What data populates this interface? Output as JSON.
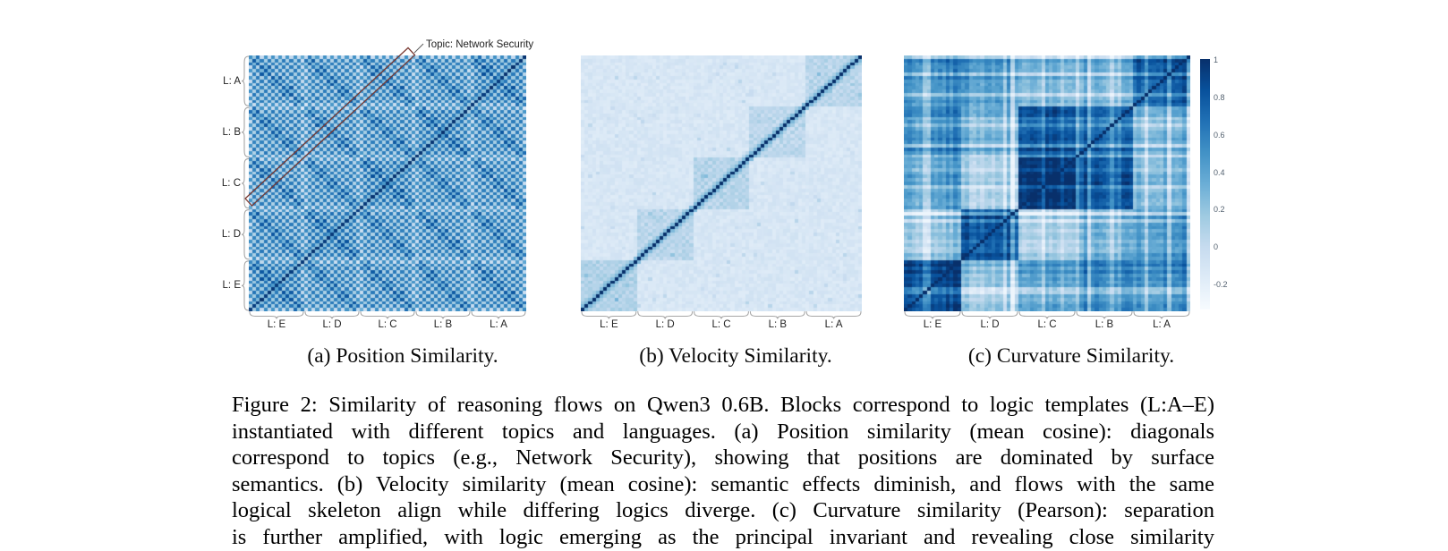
{
  "figure": {
    "panels": [
      {
        "key": "a",
        "subcaption": "(a) Position Similarity.",
        "annotation": "Topic: Network Security",
        "y_block_labels": [
          "L: A",
          "L: B",
          "L: C",
          "L: D",
          "L: E"
        ],
        "x_block_labels": [
          "L: E",
          "L: D",
          "L: C",
          "L: B",
          "L: A"
        ]
      },
      {
        "key": "b",
        "subcaption": "(b) Velocity Similarity.",
        "x_block_labels": [
          "L: E",
          "L: D",
          "L: C",
          "L: B",
          "L: A"
        ]
      },
      {
        "key": "c",
        "subcaption": "(c) Curvature Similarity.",
        "x_block_labels": [
          "L: E",
          "L: D",
          "L: C",
          "L: B",
          "L: A"
        ]
      }
    ],
    "colorbar": {
      "tick_labels": [
        "1",
        "0.8",
        "0.6",
        "0.4",
        "0.2",
        "0",
        "-0.2"
      ]
    },
    "caption_lines": [
      "Figure 2: Similarity of reasoning flows on Qwen3 0.6B. Blocks correspond to logic templates (L:A–E)",
      "instantiated with different topics and languages. (a) Position similarity (mean cosine): diagonals",
      "correspond to topics (e.g., Network Security), showing that positions are dominated by surface",
      "semantics. (b) Velocity similarity (mean cosine): semantic effects diminish, and flows with the same",
      "logical skeleton align while differing logics diverge. (c) Curvature similarity (Pearson): separation",
      "is further amplified, with logic emerging as the principal invariant and revealing close similarity"
    ]
  },
  "chart_data": [
    {
      "type": "heatmap",
      "panel": "(a) Position Similarity.",
      "metric": "mean cosine similarity of positions",
      "colormap": "Blues",
      "matrix_size": 75,
      "cells_per_block": 15,
      "row_blocks": [
        "L: A",
        "L: B",
        "L: C",
        "L: D",
        "L: E"
      ],
      "col_blocks": [
        "L: E",
        "L: D",
        "L: C",
        "L: B",
        "L: A"
      ],
      "annotation": "Topic: Network Security",
      "visual_pattern": "uniform mid-blue checkerboard; dark diagonal stripes inside every block mark shared topics; lighter bands at block boundaries; one topic diagonal (Network Security) outlined with a rotated dark-red rectangle"
    },
    {
      "type": "heatmap",
      "panel": "(b) Velocity Similarity.",
      "metric": "mean cosine similarity of velocities",
      "colormap": "Blues",
      "matrix_size": 75,
      "cells_per_block": 15,
      "col_blocks": [
        "L: E",
        "L: D",
        "L: C",
        "L: B",
        "L: A"
      ],
      "visual_pattern": "pale blue off-diagonal; same-logic diagonal blocks slightly darker with faint checker texture; strong dark identity diagonal running from bottom-left to top-right"
    },
    {
      "type": "heatmap",
      "panel": "(c) Curvature Similarity.",
      "metric": "Pearson correlation of curvatures",
      "colormap": "Blues",
      "matrix_size": 75,
      "cells_per_block": 15,
      "col_blocks": [
        "L: E",
        "L: D",
        "L: C",
        "L: B",
        "L: A"
      ],
      "colorbar_ticks": [
        1,
        0.8,
        0.6,
        0.4,
        0.2,
        0,
        -0.2
      ],
      "colorbar_range_estimate": [
        -0.33,
        1
      ],
      "visual_pattern": "high-contrast plaid of dark and light blocks; same-logic blocks (E×E, D×D, C×C, B×B, A×A along the anti-diagonal) are darkest; cross-logic blocks range from very light to dark with row/column stripes"
    }
  ]
}
